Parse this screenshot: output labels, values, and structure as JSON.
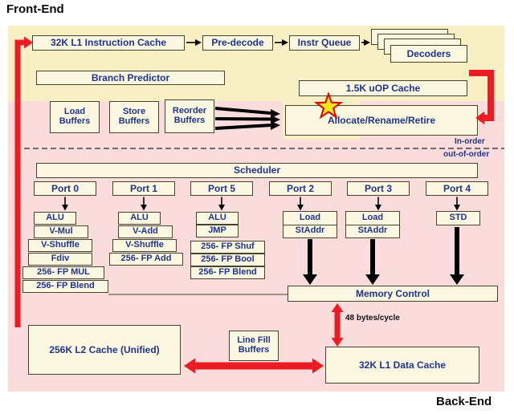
{
  "page": {
    "front_end_label": "Front-End",
    "back_end_label": "Back-End"
  },
  "front_end": {
    "l1_icache": "32K L1 Instruction Cache",
    "predecode": "Pre-decode",
    "instr_queue": "Instr Queue",
    "decoders": "Decoders",
    "branch_predictor": "Branch Predictor",
    "uop_cache": "1.5K uOP Cache"
  },
  "ooo": {
    "load_buffers": "Load Buffers",
    "store_buffers": "Store Buffers",
    "reorder_buffers": "Reorder Buffers",
    "allocate": "Allocate/Rename/Retire",
    "in_order_label": "In-order",
    "out_of_order_label": "out-of-order",
    "scheduler": "Scheduler"
  },
  "ports": [
    {
      "label": "Port 0",
      "units": [
        "ALU",
        "V-Mul",
        "V-Shuffle",
        "Fdiv",
        "256- FP MUL",
        "256- FP Blend"
      ]
    },
    {
      "label": "Port 1",
      "units": [
        "ALU",
        "V-Add",
        "V-Shuffle",
        "256- FP Add"
      ]
    },
    {
      "label": "Port 5",
      "units": [
        "ALU",
        "JMP",
        "256- FP Shuf",
        "256- FP Bool",
        "256- FP Blend"
      ]
    },
    {
      "label": "Port 2",
      "units": [
        "Load",
        "StAddr"
      ]
    },
    {
      "label": "Port 3",
      "units": [
        "Load",
        "StAddr"
      ]
    },
    {
      "label": "Port 4",
      "units": [
        "STD"
      ]
    }
  ],
  "memory": {
    "memory_control": "Memory Control",
    "bandwidth": "48 bytes/cycle",
    "l2_cache": "256K L2 Cache (Unified)",
    "line_fill_buffers": "Line Fill Buffers",
    "l1_dcache": "32K L1 Data Cache"
  },
  "colors": {
    "front_end_bg": "#f9efc4",
    "back_end_bg": "#fbdcdc",
    "box_fill": "#fcf7e0",
    "box_border": "#45452c",
    "text_navy": "#1e3590",
    "arrow_red": "#ed1c24",
    "arrow_black": "#000000",
    "star_fill": "#ffe815",
    "star_stroke": "#dd0000"
  }
}
